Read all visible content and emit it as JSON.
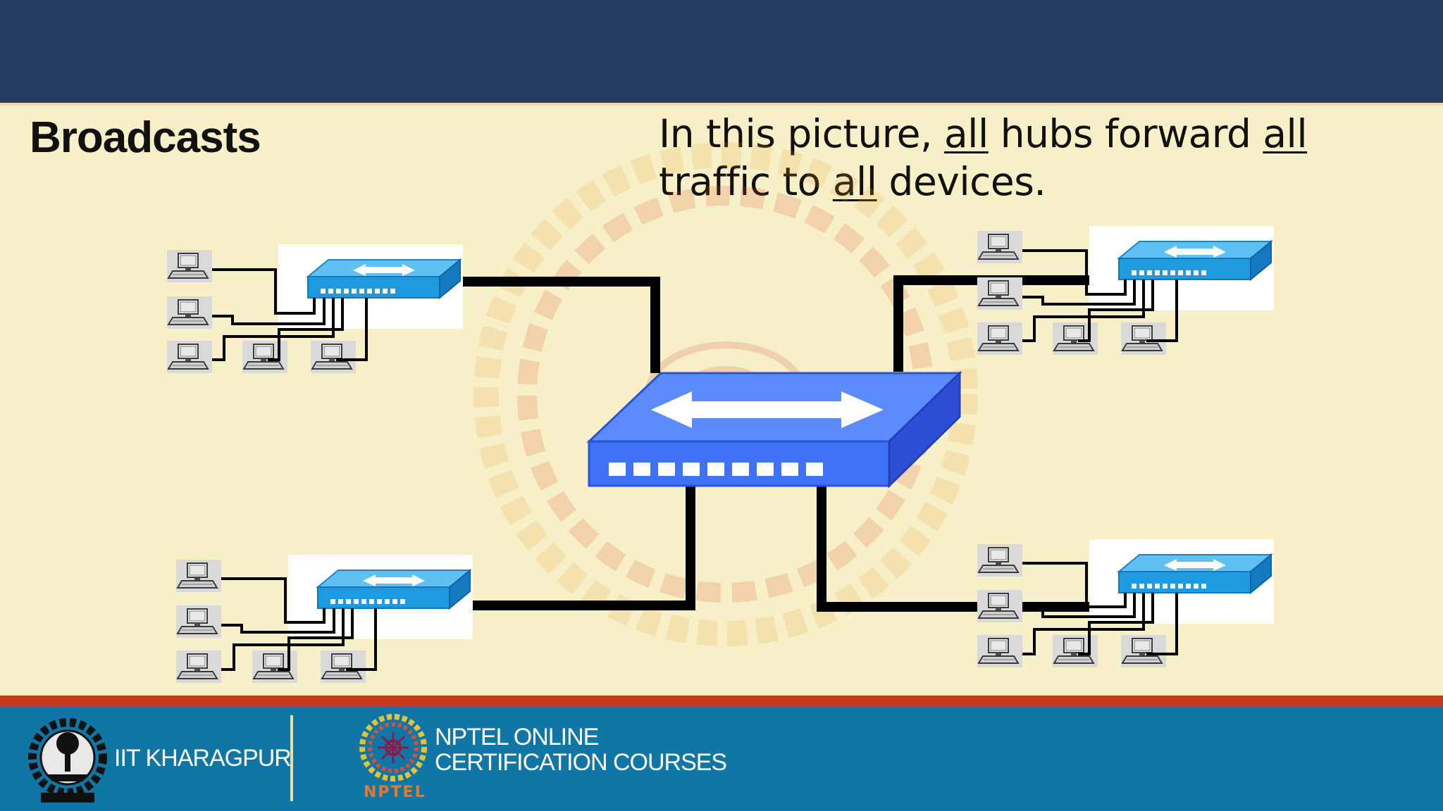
{
  "slide": {
    "title": "Broadcasts",
    "caption": {
      "p1": "In this picture, ",
      "u1": "all",
      "p2": " hubs forward ",
      "u2": "all",
      "p3": " traffic to ",
      "u3": "all",
      "p4": " devices."
    }
  },
  "diagram": {
    "central_hub": {
      "icon": "hub-icon"
    },
    "hubs": [
      {
        "position": "top-left",
        "icon": "hub-icon",
        "computers": 5
      },
      {
        "position": "bottom-left",
        "icon": "hub-icon",
        "computers": 5
      },
      {
        "position": "top-right",
        "icon": "hub-icon",
        "computers": 5
      },
      {
        "position": "bottom-right",
        "icon": "hub-icon",
        "computers": 5
      }
    ],
    "colors": {
      "hub_blue": "#3d6ff5",
      "hub_dark": "#2c4fd6",
      "small_hub": "#27a5e6",
      "cable": "#000000"
    }
  },
  "footer": {
    "institution": "IIT KHARAGPUR",
    "program_line1": "NPTEL ONLINE",
    "program_line2": "CERTIFICATION COURSES",
    "logo_text": "NPTEL"
  },
  "colors": {
    "banner": "#263d63",
    "background": "#f7efc7",
    "footer": "#0f76a6",
    "footer_stripe": "#c6391a"
  }
}
